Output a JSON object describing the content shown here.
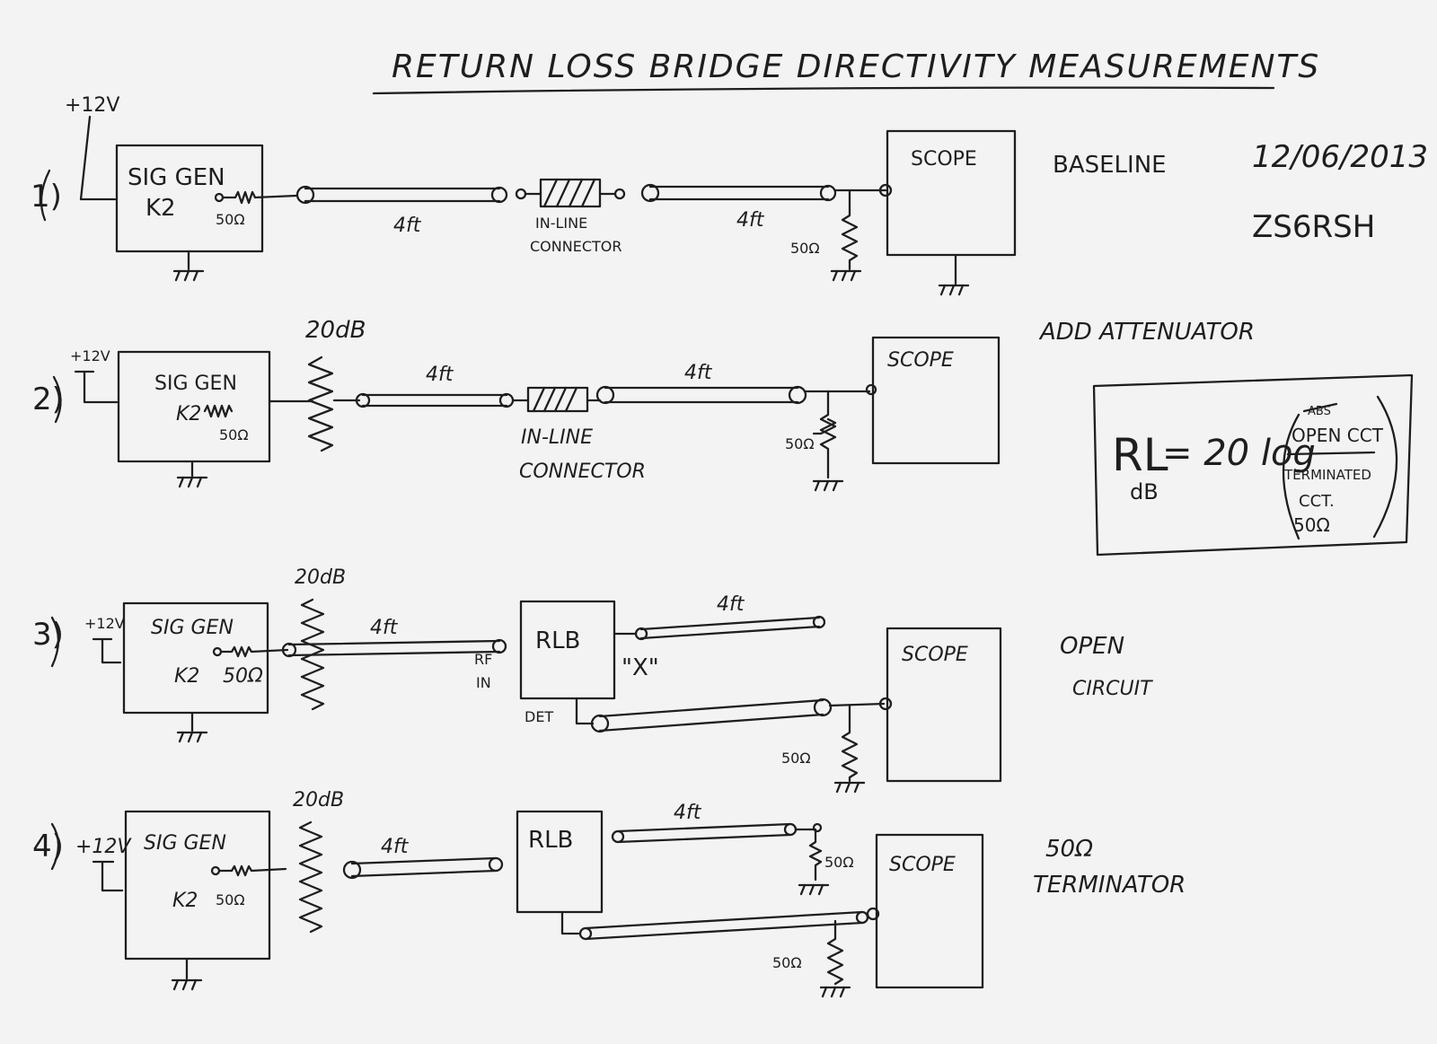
{
  "title": "RETURN LOSS BRIDGE DIRECTIVITY MEASUREMENTS",
  "meta": {
    "date": "12/06/2013",
    "callsign": "ZS6RSH"
  },
  "labels": {
    "supply": "+12V",
    "sig_gen": "SIG GEN",
    "k2": "K2",
    "ohm50": "50Ω",
    "scope": "SCOPE",
    "cable": "4ft",
    "inline_1": "IN-LINE",
    "inline_2": "CONNECTOR",
    "attenuator": "20dB",
    "rlb": "RLB",
    "rf": "RF",
    "in": "IN",
    "det": "DET",
    "x_port": "\"X\""
  },
  "steps": [
    {
      "number": "1)",
      "note": "BASELINE"
    },
    {
      "number": "2)",
      "note": "ADD ATTENUATOR"
    },
    {
      "number": "3)",
      "note_1": "OPEN",
      "note_2": "CIRCUIT"
    },
    {
      "number": "4)",
      "note_1": "50Ω",
      "note_2": "TERMINATOR"
    }
  ],
  "formula": {
    "lhs": "RL",
    "lhs_sub": "dB",
    "equals": "= 20 log",
    "numerator_struck": "ABS",
    "numerator": "OPEN CCT",
    "denominator_1": "TERMINATED",
    "denominator_2": "CCT.",
    "denominator_3": "50Ω"
  }
}
